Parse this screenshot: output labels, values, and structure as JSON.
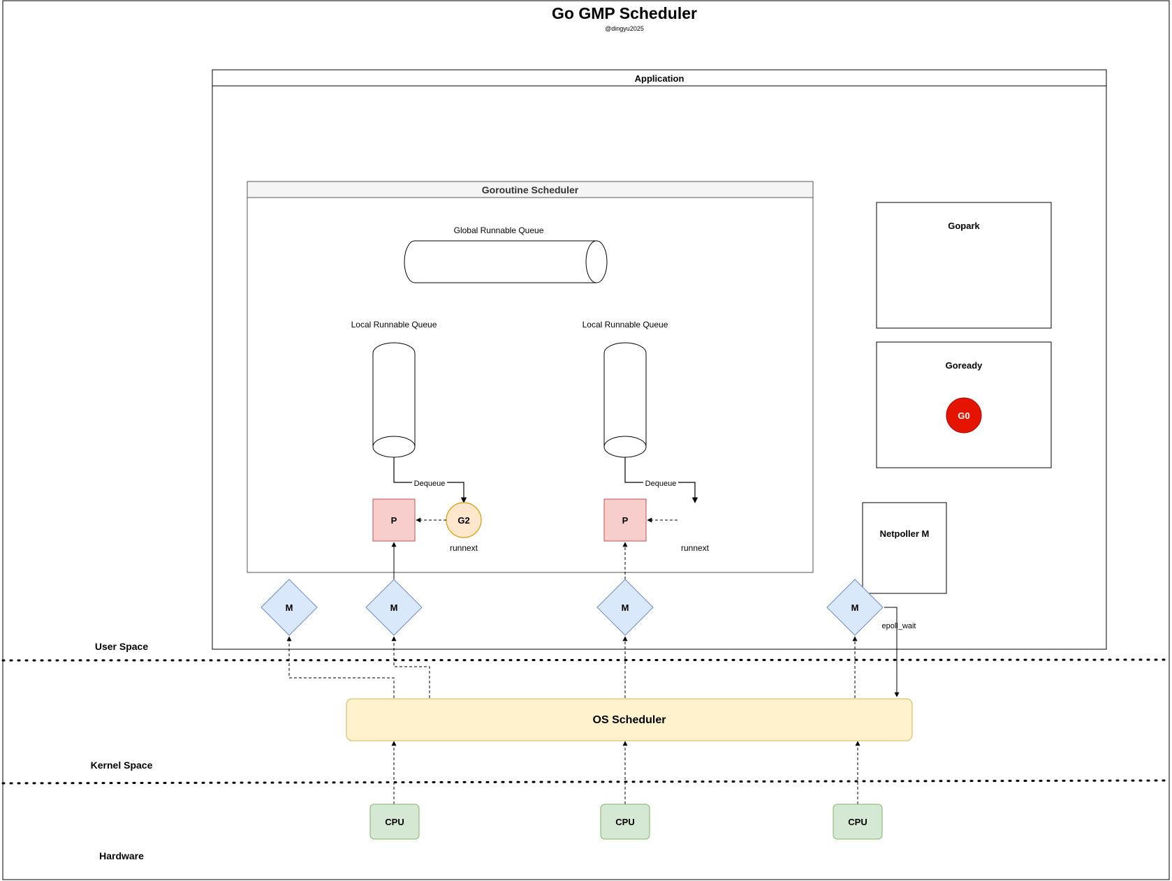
{
  "title": "Go GMP Scheduler",
  "subtitle": "@dingyu2025",
  "layers": {
    "user_space": "User Space",
    "kernel_space": "Kernel Space",
    "hardware": "Hardware"
  },
  "application": {
    "label": "Application"
  },
  "goroutine_scheduler": {
    "label": "Goroutine Scheduler",
    "global_queue_label": "Global Runnable Queue",
    "local_queues": [
      {
        "label": "Local Runnable Queue",
        "dequeue": "Dequeue",
        "p": "P",
        "g": "G2",
        "runnext": "runnext"
      },
      {
        "label": "Local Runnable Queue",
        "dequeue": "Dequeue",
        "p": "P",
        "g": "",
        "runnext": "runnext"
      }
    ]
  },
  "gopark": {
    "label": "Gopark"
  },
  "goready": {
    "label": "Goready",
    "g": "G0"
  },
  "netpoller": {
    "label": "Netpoller M",
    "epoll": "epoll_wait"
  },
  "machines": [
    "M",
    "M",
    "M",
    "M"
  ],
  "os_scheduler": {
    "label": "OS Scheduler"
  },
  "cpus": [
    "CPU",
    "CPU",
    "CPU"
  ],
  "colors": {
    "p_fill": "#f8cecc",
    "p_stroke": "#b85450",
    "m_fill": "#dae8fc",
    "m_stroke": "#6c8ebf",
    "g2_fill": "#ffe6cc",
    "g2_stroke": "#d79b00",
    "g0_fill": "#e51400",
    "os_fill": "#fff2cc",
    "os_stroke": "#d6b656",
    "cpu_fill": "#d5e8d4",
    "cpu_stroke": "#82b366"
  }
}
